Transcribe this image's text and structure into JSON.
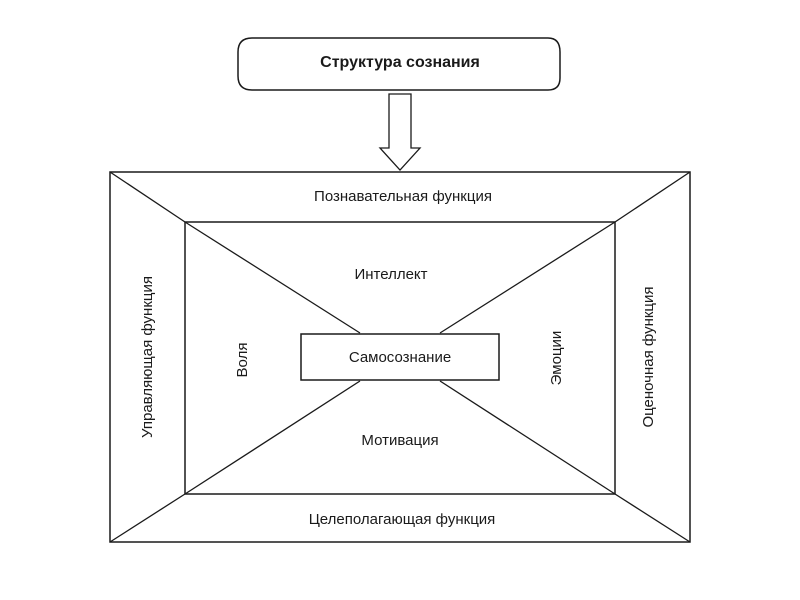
{
  "title": "Структура сознания",
  "outer": {
    "top": "Познавательная функция",
    "bottom": "Целеполагающая функция",
    "left": "Управляющая функция",
    "right": "Оценочная функция"
  },
  "inner": {
    "top": "Интеллект",
    "bottom": "Мотивация",
    "left": "Воля",
    "right": "Эмоции"
  },
  "center": "Самосознание"
}
